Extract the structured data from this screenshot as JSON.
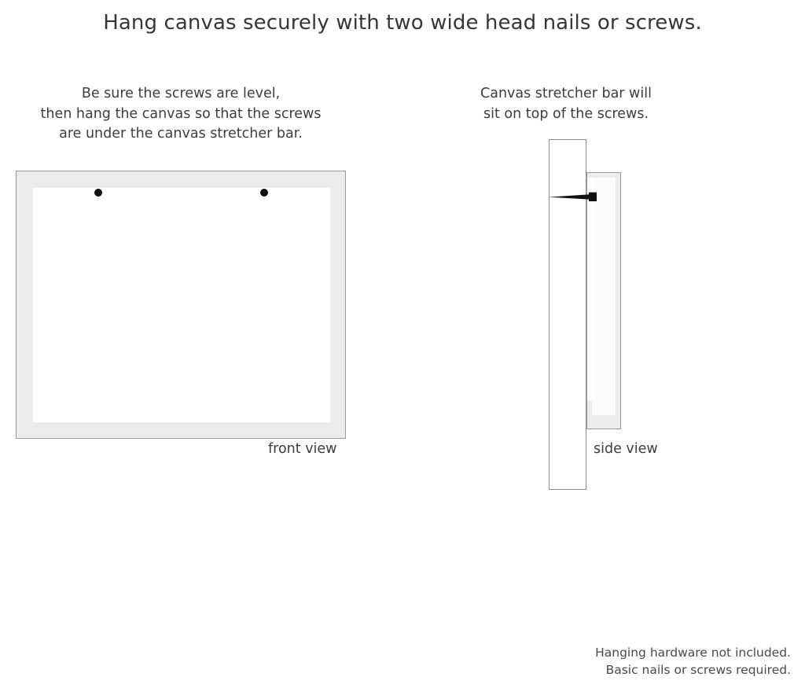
{
  "headline": "Hang canvas securely with two wide head nails or screws.",
  "captions": {
    "left": {
      "line1": "Be sure the screws are level,",
      "line2": "then hang the canvas so that the screws",
      "line3": "are under the canvas stretcher bar."
    },
    "right": {
      "line1": "Canvas stretcher bar will",
      "line2": "sit on top of the screws."
    }
  },
  "labels": {
    "front_view": "front view",
    "side_view": "side view"
  },
  "disclaimer": {
    "line1": "Hanging hardware not included.",
    "line2": "Basic nails or screws required."
  },
  "colors": {
    "background": "#ffffff",
    "frame_fill": "#ececec",
    "frame_border": "#9a9a9a",
    "mat_fill": "#ffffff",
    "screw": "#111111",
    "text": "#3d3d3d",
    "wall_border": "#8c8c8c"
  },
  "diagram": {
    "front_view": {
      "screw_count": 2,
      "screw_positions": [
        "left",
        "right"
      ]
    },
    "side_view": {
      "parts": [
        "wall-plate",
        "stretcher-block",
        "screw"
      ]
    }
  }
}
